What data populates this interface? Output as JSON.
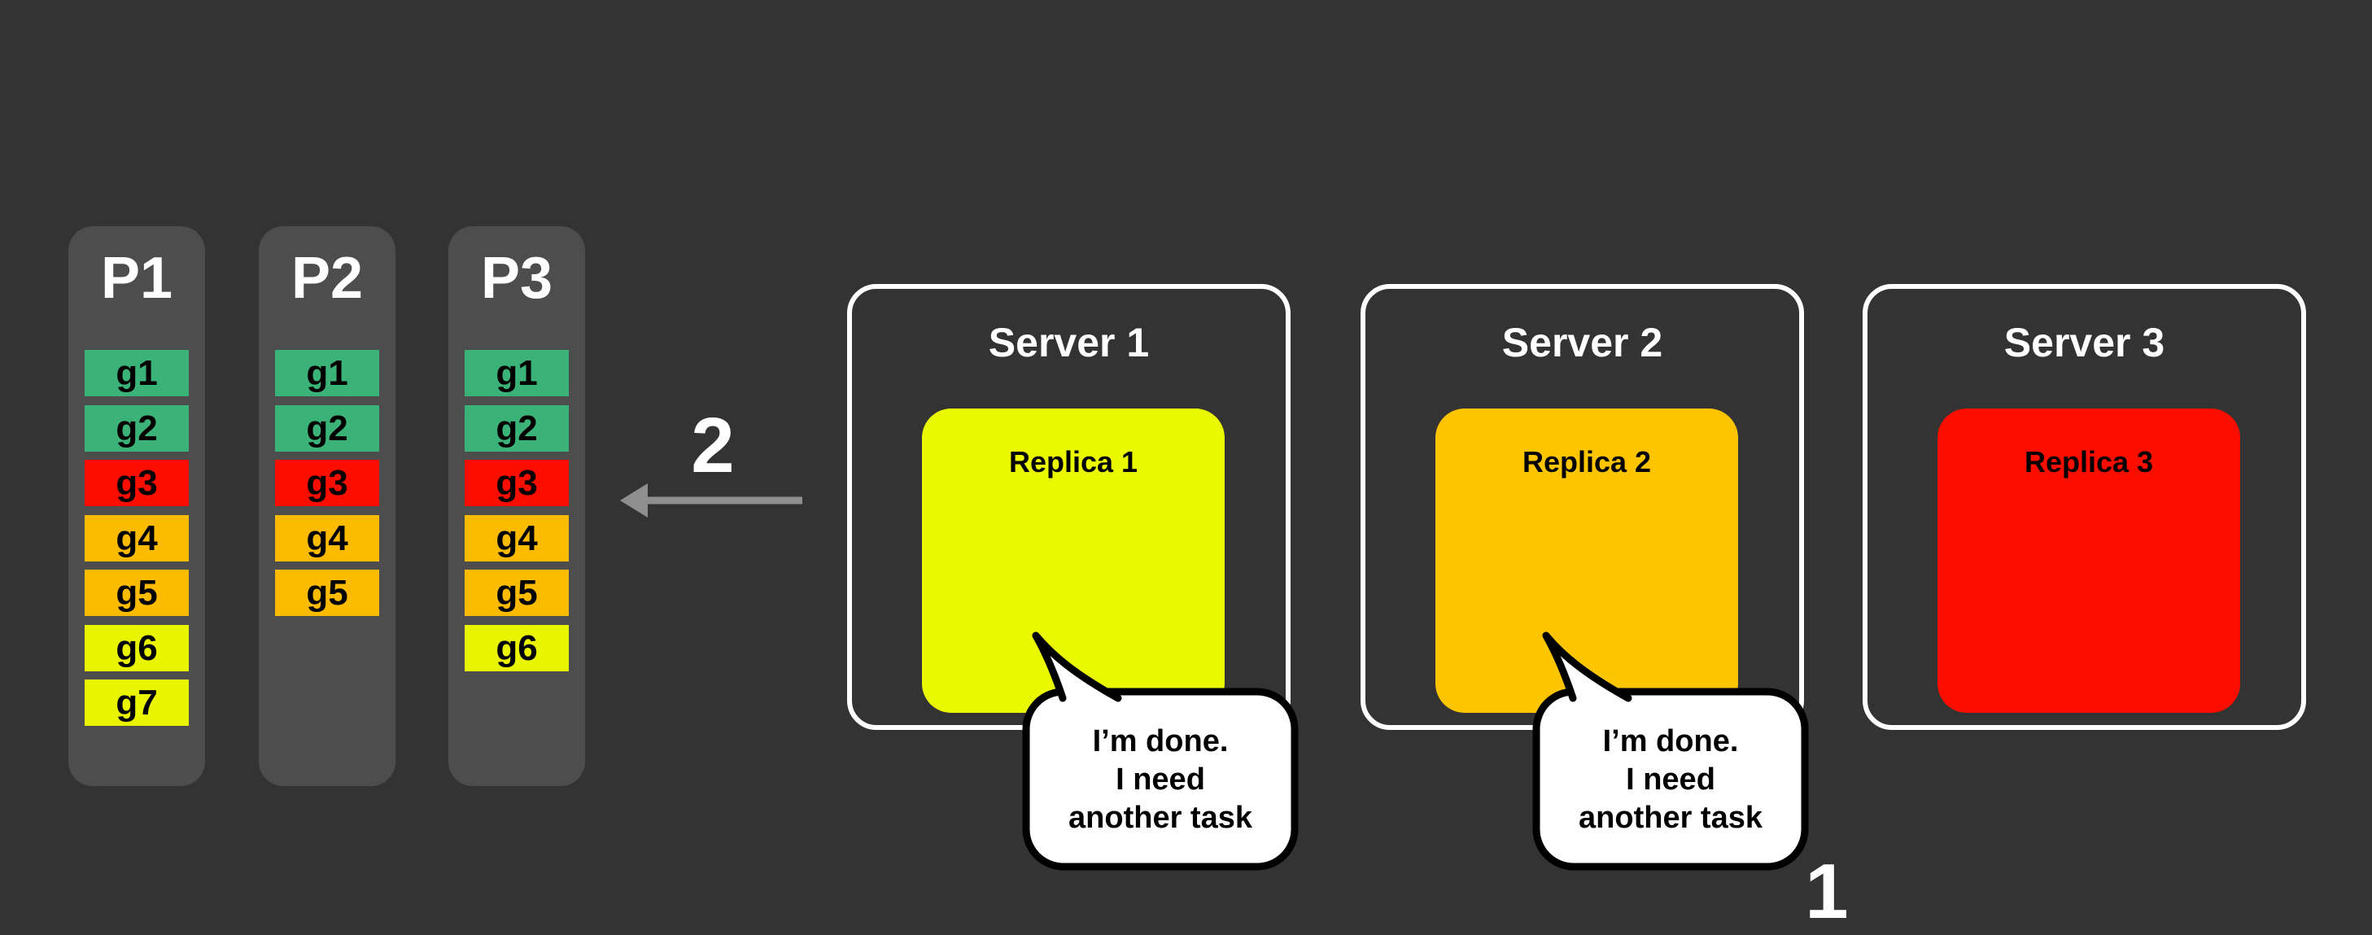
{
  "colors": {
    "background": "#333333",
    "panel_gray": "#4d4d4d",
    "task_green": "#3bb278",
    "task_red": "#fb0d00",
    "task_orange": "#fcba00",
    "task_yellow": "#e9f500",
    "replica_yellow": "#eaf900",
    "replica_orange": "#fdc500",
    "replica_red": "#fb0e00",
    "arrow_gray": "#8f8f8f",
    "box_border_white": "#ffffff",
    "bubble_fill": "#ffffff",
    "bubble_border": "#000000"
  },
  "partitions": [
    {
      "label": "P1",
      "tasks": [
        {
          "id": "g1",
          "color": "task_green"
        },
        {
          "id": "g2",
          "color": "task_green"
        },
        {
          "id": "g3",
          "color": "task_red"
        },
        {
          "id": "g4",
          "color": "task_orange"
        },
        {
          "id": "g5",
          "color": "task_orange"
        },
        {
          "id": "g6",
          "color": "task_yellow"
        },
        {
          "id": "g7",
          "color": "task_yellow"
        }
      ]
    },
    {
      "label": "P2",
      "tasks": [
        {
          "id": "g1",
          "color": "task_green"
        },
        {
          "id": "g2",
          "color": "task_green"
        },
        {
          "id": "g3",
          "color": "task_red"
        },
        {
          "id": "g4",
          "color": "task_orange"
        },
        {
          "id": "g5",
          "color": "task_orange"
        }
      ]
    },
    {
      "label": "P3",
      "tasks": [
        {
          "id": "g1",
          "color": "task_green"
        },
        {
          "id": "g2",
          "color": "task_green"
        },
        {
          "id": "g3",
          "color": "task_red"
        },
        {
          "id": "g4",
          "color": "task_orange"
        },
        {
          "id": "g5",
          "color": "task_orange"
        },
        {
          "id": "g6",
          "color": "task_yellow"
        }
      ]
    }
  ],
  "servers": [
    {
      "title": "Server 1",
      "replica": {
        "label": "Replica 1",
        "color": "replica_yellow"
      },
      "bubble": {
        "text": "I’m done.\nI need\nanother task"
      }
    },
    {
      "title": "Server 2",
      "replica": {
        "label": "Replica 2",
        "color": "replica_orange"
      },
      "bubble": {
        "text": "I’m done.\nI need\nanother task"
      }
    },
    {
      "title": "Server 3",
      "replica": {
        "label": "Replica 3",
        "color": "replica_red"
      }
    }
  ],
  "annotations": {
    "step_2": {
      "label": "2",
      "arrow_direction": "left"
    },
    "step_1": {
      "label": "1"
    }
  }
}
